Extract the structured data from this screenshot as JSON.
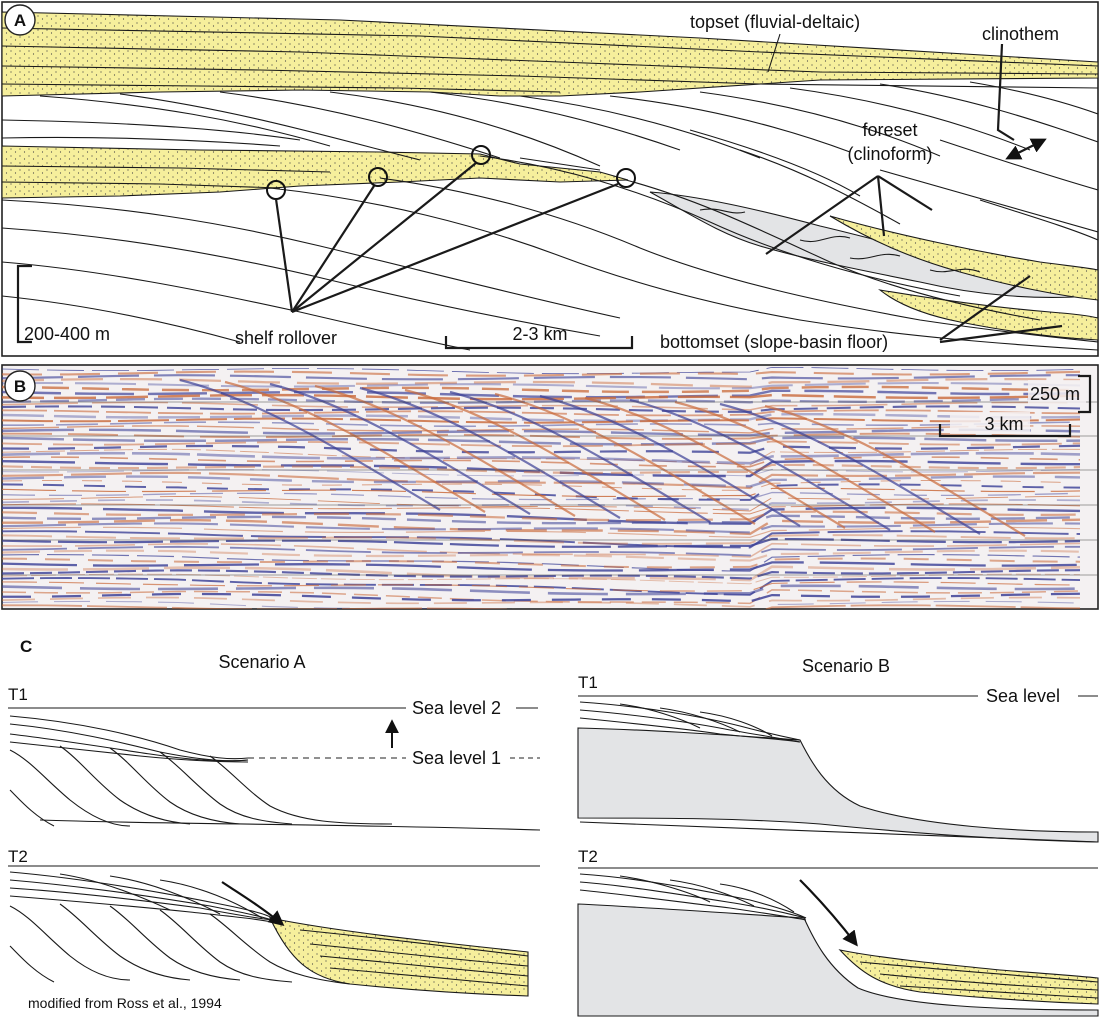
{
  "panel_a": {
    "letter": "A",
    "topset_label": "topset (fluvial-deltaic)",
    "clinothem_label": "clinothem",
    "foreset_label_line1": "foreset",
    "foreset_label_line2": "(clinoform)",
    "vertical_scale_label": "200-400 m",
    "shelf_rollover_label": "shelf rollover",
    "horizontal_scale_label": "2-3 km",
    "bottomset_label": "bottomset (slope-basin floor)"
  },
  "panel_b": {
    "letter": "B",
    "vertical_scale_label": "250 m",
    "horizontal_scale_label": "3 km"
  },
  "panel_c": {
    "letter": "C",
    "scenario_a": {
      "title": "Scenario A",
      "t1": "T1",
      "t2": "T2",
      "sea_level_2": "Sea level 2",
      "sea_level_1": "Sea level 1"
    },
    "scenario_b": {
      "title": "Scenario B",
      "t1": "T1",
      "t2": "T2",
      "sea_level": "Sea level"
    },
    "credit": "modified from Ross et al., 1994"
  },
  "colors": {
    "sand": "#f6ef9c",
    "slope_grey": "#e3e4e6",
    "seismic_red": "#c9693a",
    "seismic_blue": "#3a3f96"
  }
}
